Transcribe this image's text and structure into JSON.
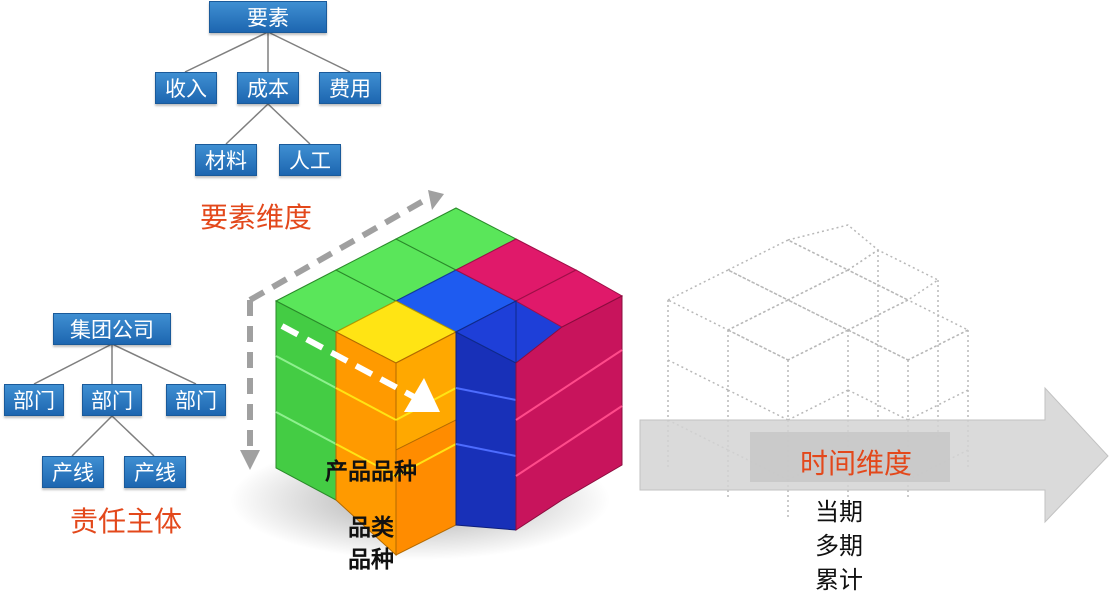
{
  "factor_tree": {
    "root": "要素",
    "level1": [
      "收入",
      "成本",
      "费用"
    ],
    "level2": [
      "材料",
      "人工"
    ],
    "caption": "要素维度"
  },
  "entity_tree": {
    "root": "集团公司",
    "level1": [
      "部门",
      "部门",
      "部门"
    ],
    "level2": [
      "产线",
      "产线"
    ],
    "caption": "责任主体"
  },
  "product_dimension": {
    "title": "产品品种",
    "sub_lines": [
      "品类",
      "品种"
    ]
  },
  "time_dimension": {
    "title": "时间维度",
    "items": [
      "当期",
      "多期",
      "累计"
    ]
  },
  "colors": {
    "accent_red": "#e3481b",
    "box_blue": "#2a78c2",
    "cube_green": "#4fd84f",
    "cube_yellow": "#ffe414",
    "cube_orange": "#ff8c00",
    "cube_blue": "#1b35c4",
    "cube_magenta": "#e0196a"
  }
}
